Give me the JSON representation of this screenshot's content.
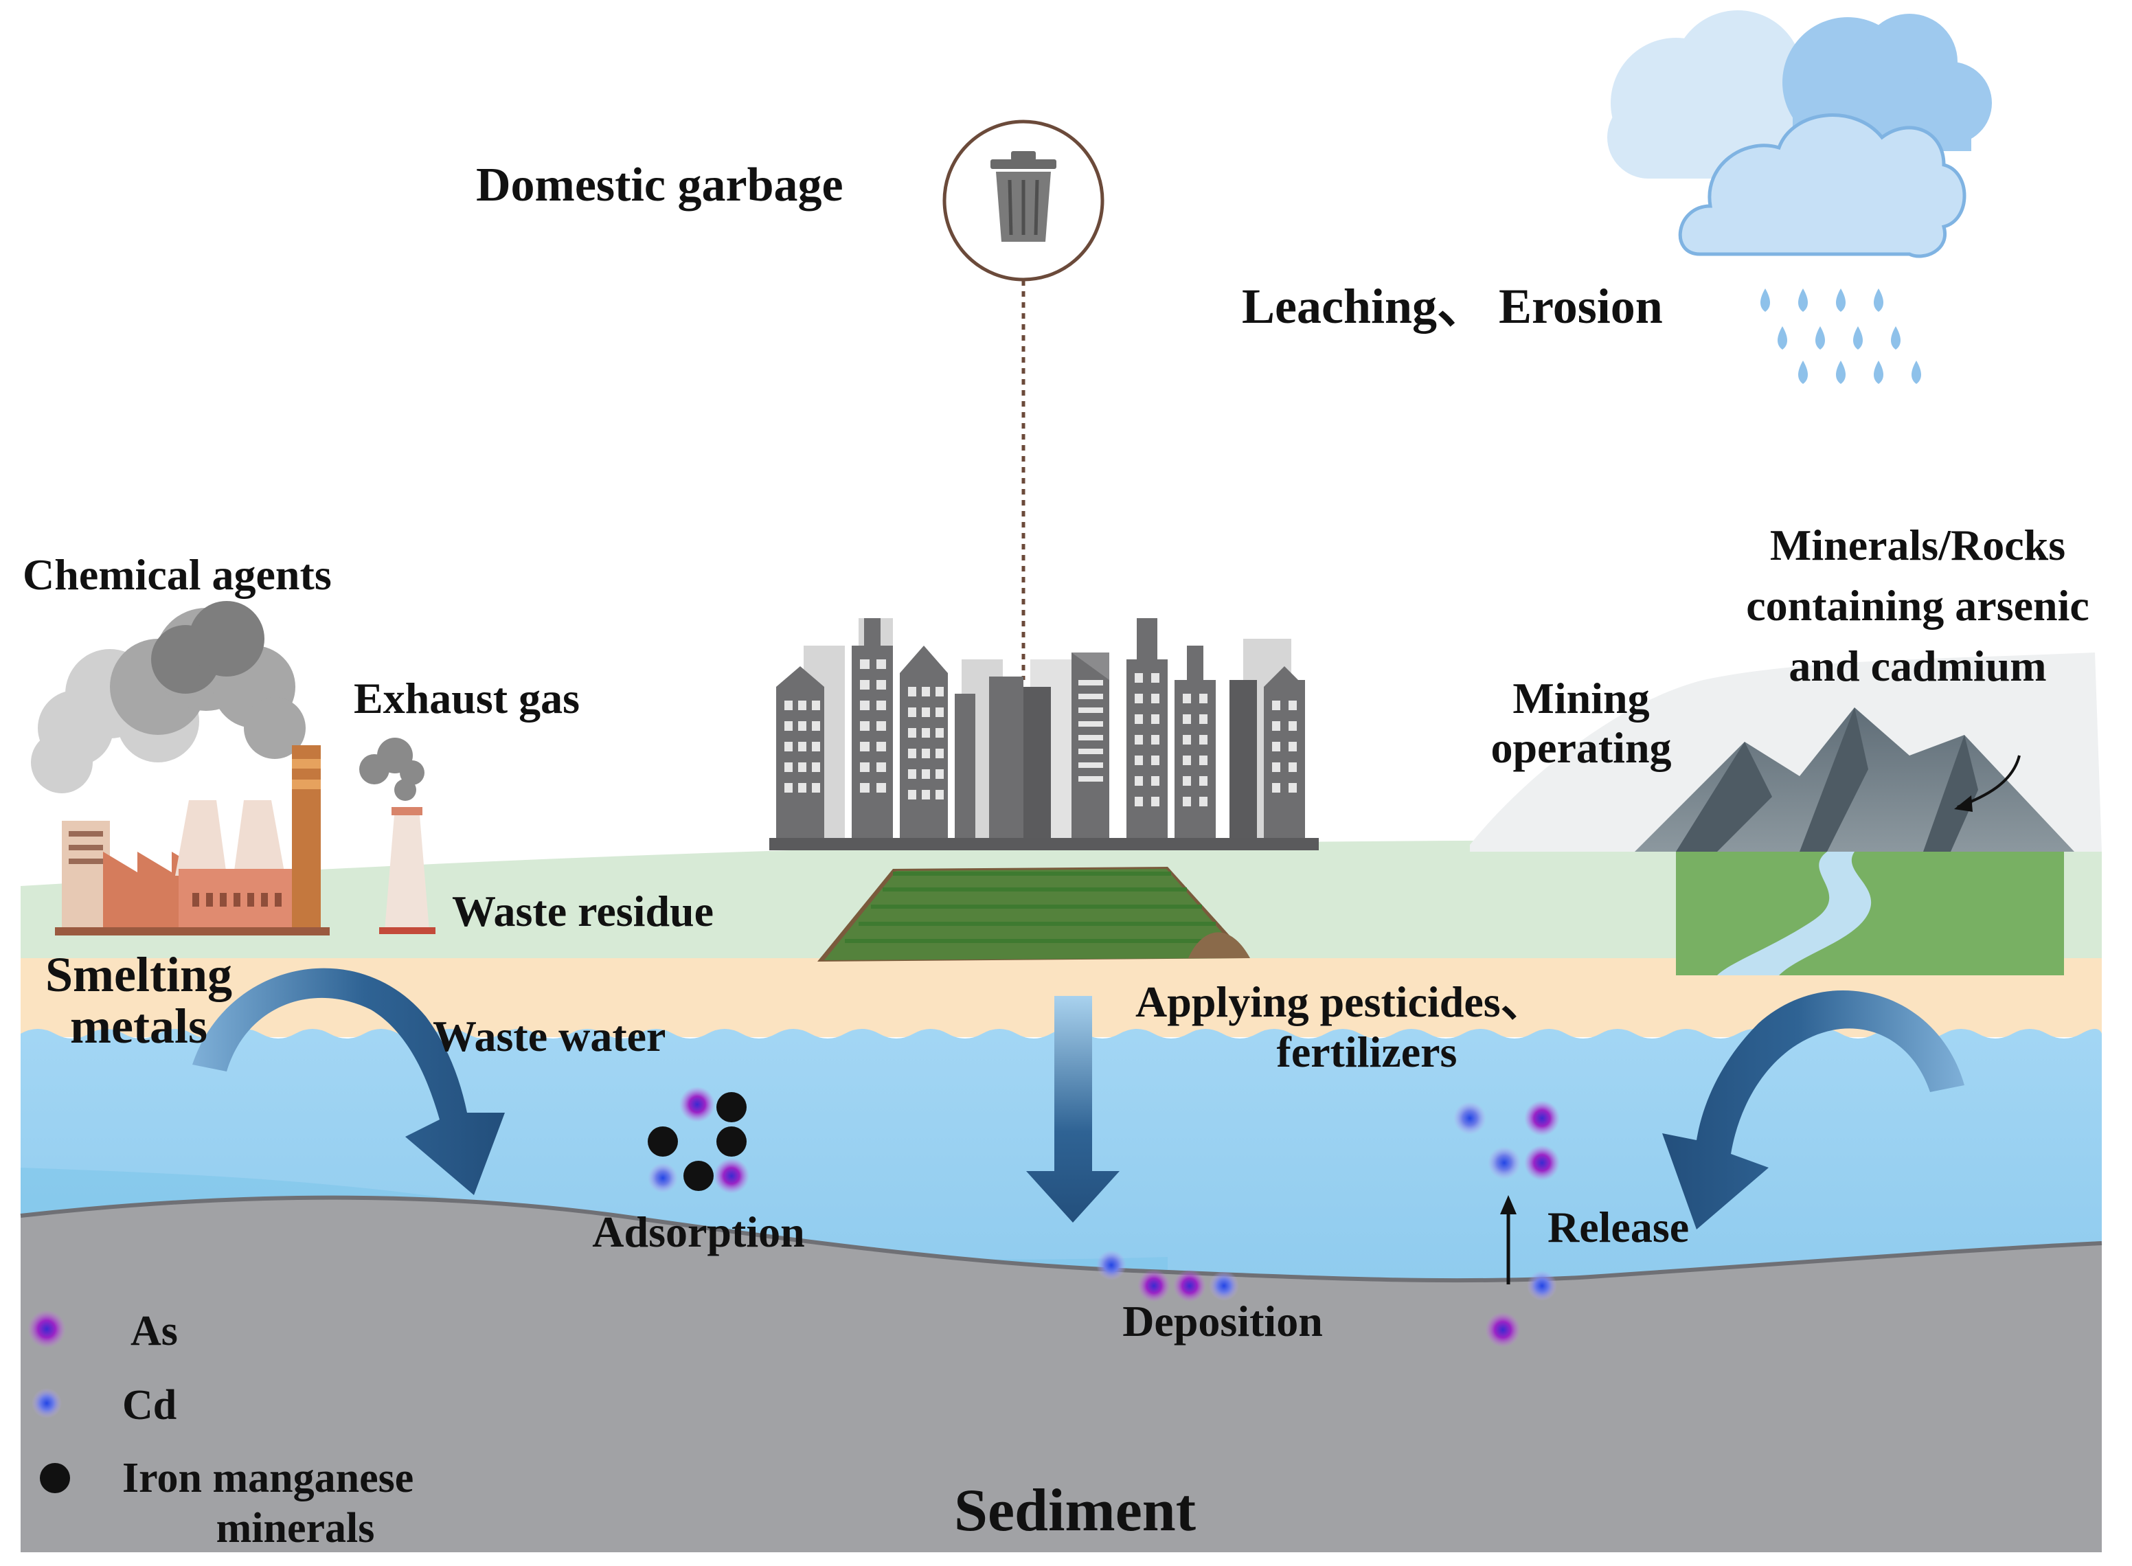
{
  "labels": {
    "domestic_garbage": "Domestic garbage",
    "leaching_erosion": "Leaching、 Erosion",
    "chemical_agents": "Chemical agents",
    "exhaust_gas": "Exhaust gas",
    "minerals_rocks": [
      "Minerals/Rocks",
      "containing arsenic",
      "and cadmium"
    ],
    "mining_operating": [
      "Mining",
      "operating"
    ],
    "waste_residue": "Waste residue",
    "smelting_metals": [
      "Smelting",
      "metals"
    ],
    "waste_water": "Waste water",
    "applying_pesticides": [
      "Applying pesticides、",
      "fertilizers"
    ],
    "adsorption": "Adsorption",
    "release": "Release",
    "deposition": "Deposition",
    "sediment": "Sediment"
  },
  "legend": [
    {
      "symbol": "as-particle",
      "label": "As"
    },
    {
      "symbol": "cd-particle",
      "label": "Cd"
    },
    {
      "symbol": "iron-manganese-particle",
      "label": [
        "Iron manganese",
        "minerals"
      ]
    }
  ],
  "colors": {
    "sky": "#ffffff",
    "ground": "#d7ead6",
    "sand": "#fbe3c1",
    "water": "#a9d8f3",
    "sediment": "#a1a2a5",
    "arrow": "#2a5c8c",
    "as_particle": "#8a1fc0",
    "cd_particle": "#3b5fe0",
    "iron_manganese": "#111111",
    "city": "#6e6e70",
    "cloud_light": "#c9e2f6",
    "cloud_dark": "#9cc9ef"
  }
}
